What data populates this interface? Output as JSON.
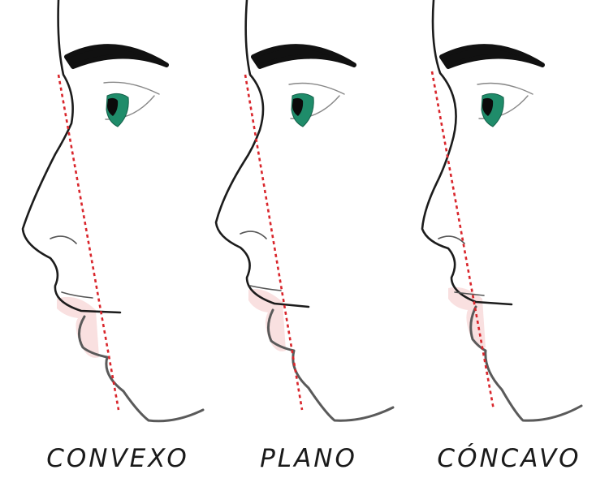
{
  "profiles": [
    {
      "key": "convexo",
      "label": "CONVEXO"
    },
    {
      "key": "plano",
      "label": "PLANO"
    },
    {
      "key": "concavo",
      "label": "CÓNCAVO"
    }
  ],
  "colors": {
    "outline": "#1c1c1c",
    "chin_outline": "#5a5a5a",
    "eyebrow": "#111111",
    "iris": "#1f8c6a",
    "pupil": "#0b0b0b",
    "reference_line": "#d9262c",
    "lip_shading": "#f7d6d6"
  }
}
